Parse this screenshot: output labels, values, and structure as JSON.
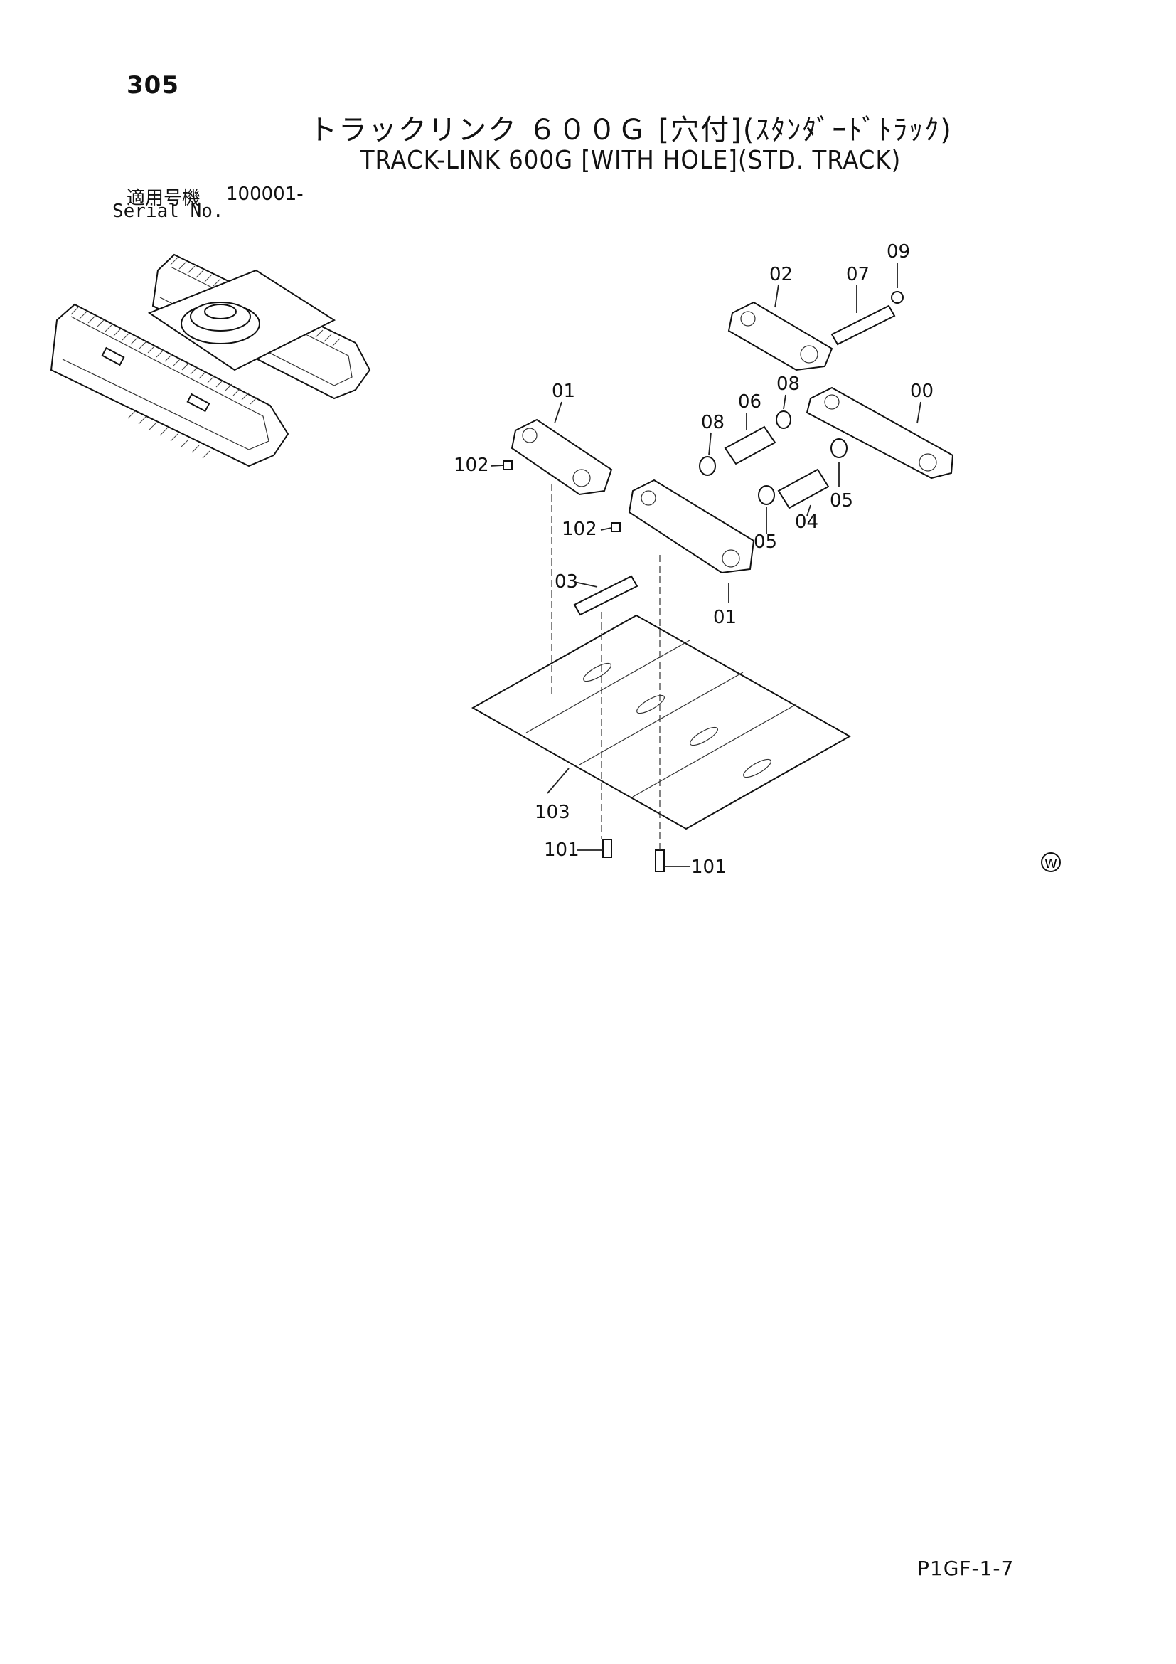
{
  "header": {
    "page_number": "305",
    "title_jp": "トラックリンク ６００Ｇ [穴付](ｽﾀﾝﾀﾞｰﾄﾞﾄﾗｯｸ)",
    "title_en": "TRACK-LINK 600G [WITH HOLE](STD. TRACK)",
    "serial_label_jp": "適用号機",
    "serial_value": "100001-",
    "serial_label_en": "Serial No."
  },
  "callouts": {
    "c00": "00",
    "c01a": "01",
    "c01b": "01",
    "c02": "02",
    "c03": "03",
    "c04": "04",
    "c05a": "05",
    "c05b": "05",
    "c06": "06",
    "c07": "07",
    "c08a": "08",
    "c08b": "08",
    "c09": "09",
    "c101a": "101",
    "c101b": "101",
    "c102a": "102",
    "c102b": "102",
    "c103": "103"
  },
  "mark": "W",
  "footer": {
    "doc_code": "P1GF-1-7"
  }
}
